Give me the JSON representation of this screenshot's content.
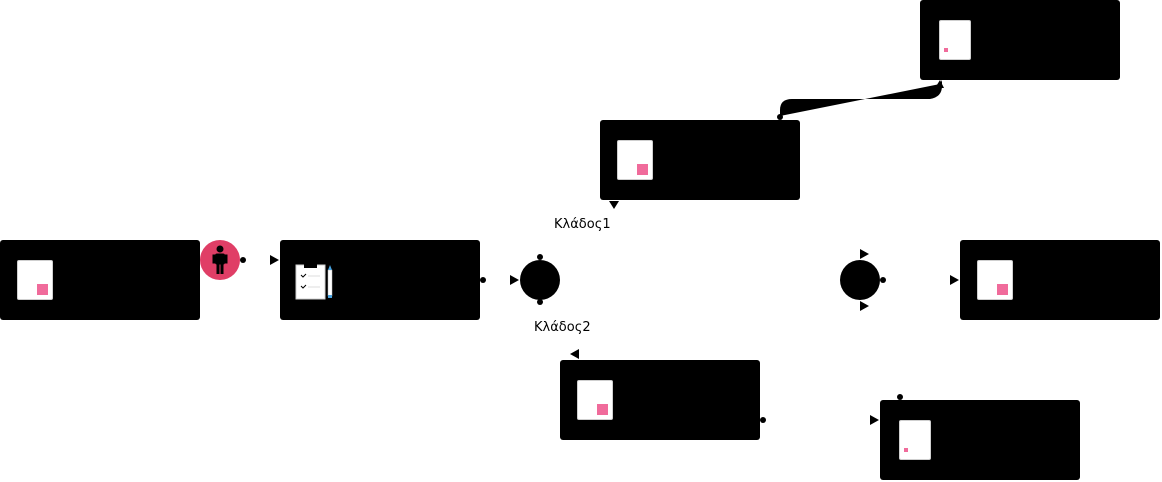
{
  "diagram": {
    "branch_labels": {
      "branch1": "Κλάδος1",
      "branch2": "Κλάδος2"
    },
    "colors": {
      "node_fill": "#000000",
      "accent_pink": "#f06b9b",
      "user_badge": "#e03e66",
      "connector": "#000000"
    },
    "nodes": [
      {
        "id": "start-task",
        "icon": "document-icon"
      },
      {
        "id": "form-task",
        "icon": "clipboard-icon"
      },
      {
        "id": "branch1-task",
        "icon": "document-icon"
      },
      {
        "id": "top-task",
        "icon": "document-icon"
      },
      {
        "id": "branch2-task",
        "icon": "document-icon"
      },
      {
        "id": "end-task",
        "icon": "document-icon"
      },
      {
        "id": "bottom-right-task",
        "icon": "document-icon"
      }
    ],
    "gateways": [
      {
        "id": "split-gateway",
        "type": "split"
      },
      {
        "id": "join-gateway",
        "type": "join"
      }
    ],
    "badges": [
      {
        "id": "user-badge",
        "icon": "person-icon"
      }
    ]
  }
}
